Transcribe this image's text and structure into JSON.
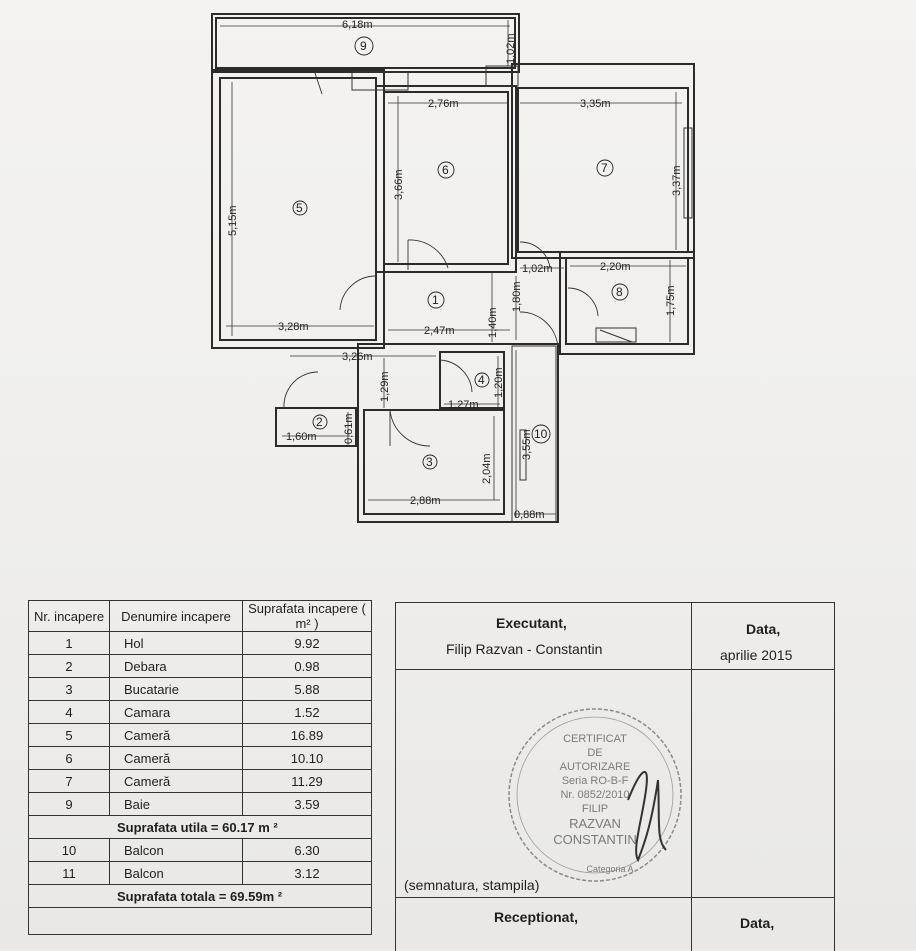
{
  "plan": {
    "dimensions": {
      "top_width": "6,18m",
      "top_height": "1,02m",
      "room6_width": "2,76m",
      "room6_height": "3,66m",
      "room7_width": "3,35m",
      "room7_height": "3,37m",
      "room5_height": "5,15m",
      "room5_width": "3,28m",
      "hall_width": "2,47m",
      "hall_height": "1,40m",
      "bath_left": "1,02m",
      "bath_width": "2,20m",
      "bath_height": "1,75m",
      "corridor": "1,80m",
      "pantry_width": "3,26m",
      "pantry_height": "1,29m",
      "closet_width": "1,27m",
      "closet_height": "1,20m",
      "storage_width": "1,60m",
      "storage_height": "0,61m",
      "kitchen_width": "2,88m",
      "kitchen_height": "2,04m",
      "balcony_height": "3,55m",
      "balcony_width": "0,88m"
    },
    "room_numbers": {
      "r1": "1",
      "r2": "2",
      "r3": "3",
      "r4": "4",
      "r5": "5",
      "r6": "6",
      "r7": "7",
      "r8": "8",
      "r9": "9",
      "r10": "10"
    }
  },
  "table": {
    "headers": [
      "Nr. incapere",
      "Denumire incapere",
      "Suprafata incapere ( m² )"
    ],
    "rows": [
      [
        "1",
        "Hol",
        "9.92"
      ],
      [
        "2",
        "Debara",
        "0.98"
      ],
      [
        "3",
        "Bucatarie",
        "5.88"
      ],
      [
        "4",
        "Camara",
        "1.52"
      ],
      [
        "5",
        "Cameră",
        "16.89"
      ],
      [
        "6",
        "Cameră",
        "10.10"
      ],
      [
        "7",
        "Cameră",
        "11.29"
      ],
      [
        "9",
        "Baie",
        "3.59"
      ]
    ],
    "useful_area": "Suprafata utila = 60.17 m ²",
    "balcony_rows": [
      [
        "10",
        "Balcon",
        "6.30"
      ],
      [
        "11",
        "Balcon",
        "3.12"
      ]
    ],
    "total_area": "Suprafata totala = 69.59m ²"
  },
  "signature_box": {
    "executant_label": "Executant,",
    "executant_name": "Filip Razvan - Constantin",
    "date_label": "Data,",
    "date_value": "aprilie 2015",
    "stamp_note": "(semnatura, stampila)",
    "received_label": "Receptionat,",
    "received_date_label": "Data,"
  },
  "stamp": {
    "lines": [
      "CERTIFICAT",
      "DE",
      "AUTORIZARE",
      "Seria RO-B-F",
      "Nr. 0852/2010",
      "FILIP",
      "RAZVAN",
      "CONSTANTIN",
      "Categoria A"
    ]
  }
}
